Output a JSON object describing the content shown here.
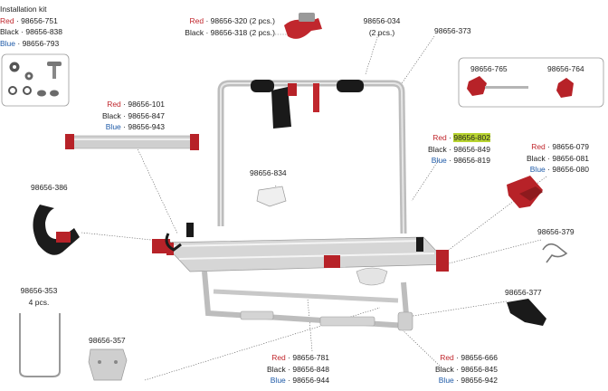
{
  "labels": {
    "kit": {
      "title": "Installation kit",
      "red": "Red",
      "red_code": "98656-751",
      "black": "Black",
      "black_code": "98656-838",
      "blue": "Blue",
      "blue_code": "98656-793"
    },
    "strap_top": {
      "red": "Red",
      "red_code": "98656-320 (2 pcs.)",
      "black": "Black",
      "black_code": "98656-318 (2 pcs.)"
    },
    "p034": {
      "code": "98656-034",
      "qty": "(2 pcs.)"
    },
    "p373": {
      "code": "98656-373"
    },
    "p765": {
      "code": "98656-765"
    },
    "p764": {
      "code": "98656-764"
    },
    "rail": {
      "red": "Red",
      "red_code": "98656-101",
      "black": "Black",
      "black_code": "98656-847",
      "blue": "Blue",
      "blue_code": "98656-943"
    },
    "p802": {
      "red": "Red",
      "red_code": "98656-802",
      "black": "Black",
      "black_code": "98656-849",
      "blue": "Blue",
      "blue_code": "98656-819"
    },
    "p079": {
      "red": "Red",
      "red_code": "98656-079",
      "black": "Black",
      "black_code": "98656-081",
      "blue": "Blue",
      "blue_code": "98656-080"
    },
    "p834": {
      "code": "98656-834"
    },
    "p386": {
      "code": "98656-386"
    },
    "p379": {
      "code": "98656-379"
    },
    "p353": {
      "code": "98656-353",
      "qty": "4 pcs."
    },
    "p377": {
      "code": "98656-377"
    },
    "p357": {
      "code": "98656-357"
    },
    "p781": {
      "red": "Red",
      "red_code": "98656-781",
      "black": "Black",
      "black_code": "98656-848",
      "blue": "Blue",
      "blue_code": "98656-944"
    },
    "p666": {
      "red": "Red",
      "red_code": "98656-666",
      "black": "Black",
      "black_code": "98656-845",
      "blue": "Blue",
      "blue_code": "98656-942"
    }
  },
  "colors": {
    "accent_red": "#c0272d",
    "accent_blue": "#1e5aa8",
    "highlight": "#b8d430",
    "frame": "#c8c8c8"
  }
}
